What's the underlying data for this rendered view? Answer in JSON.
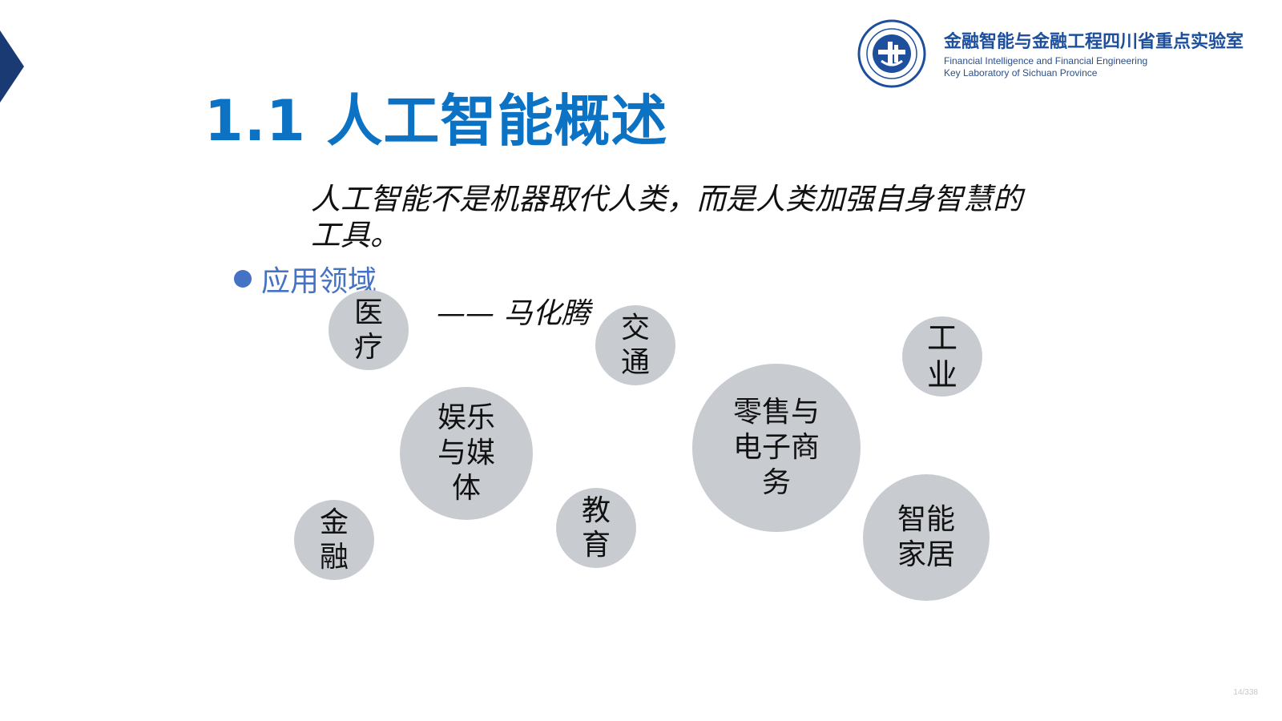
{
  "header": {
    "logo_cn": "金融智能与金融工程四川省重点实验室",
    "logo_en_line1": "Financial Intelligence and Financial Engineering",
    "logo_en_line2": "Key Laboratory of Sichuan Province"
  },
  "slide": {
    "title": "1.1 人工智能概述",
    "quote": "人工智能不是机器取代人类，而是人类加强自身智慧的工具。",
    "bullet": "应用领域",
    "attribution": "—— 马化腾",
    "page_number": "14/338"
  },
  "bubbles": [
    {
      "label": "医疗"
    },
    {
      "label": "交通"
    },
    {
      "label": "工业"
    },
    {
      "label": "娱乐与媒体"
    },
    {
      "label": "零售与电子商务"
    },
    {
      "label": "金融"
    },
    {
      "label": "教育"
    },
    {
      "label": "智能家居"
    }
  ],
  "colors": {
    "title": "#0b72c4",
    "bullet": "#4472c4",
    "bubble": "#c8ccd1",
    "corner": "#1a3a73"
  },
  "icons": {
    "corner": "chevron-right-icon",
    "logo": "university-seal-icon"
  }
}
